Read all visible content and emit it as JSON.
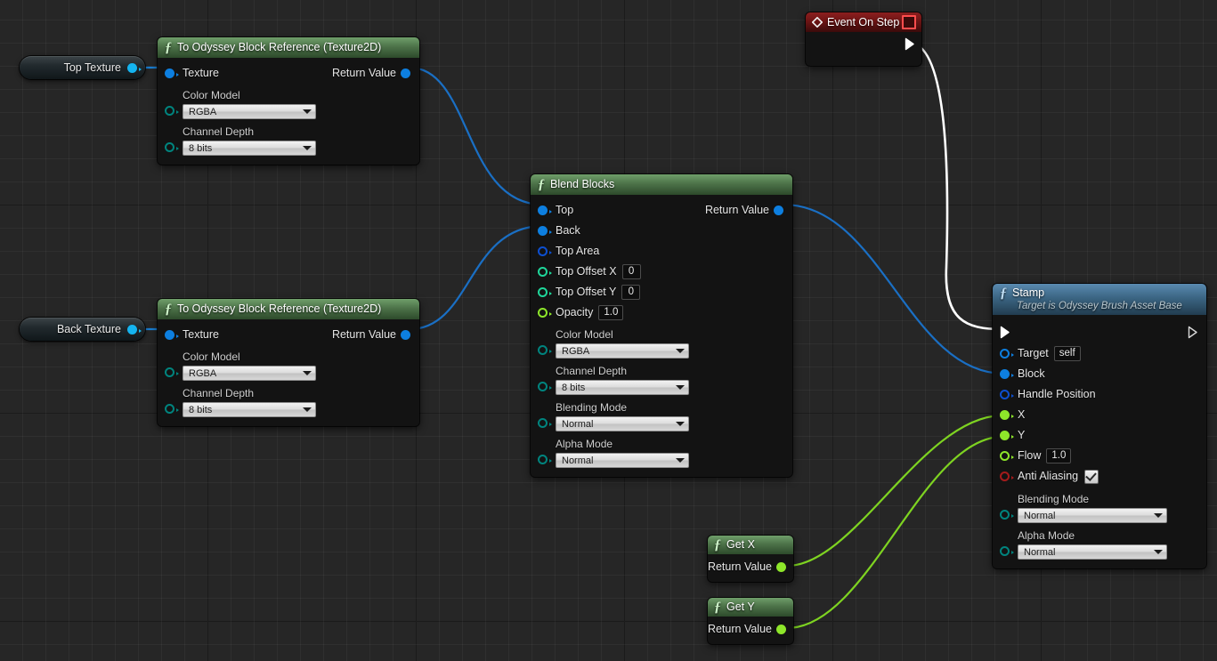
{
  "graph": {
    "background": "#262626",
    "grid_minor": 26,
    "grid_major": 234
  },
  "colors": {
    "exec_white": "#ffffff",
    "object_blue": "#0d7fe0",
    "wire_blue": "#1a6fc4",
    "float_green": "#8ee62a",
    "integer_green": "#1fd69a",
    "bool_red": "#a41b1b",
    "struct_teal": "#00847e",
    "title_green": "#4d7349",
    "title_blue": "#3b6583",
    "title_red": "#6d1414"
  },
  "nodes": {
    "top_texture_var": {
      "label": "Top Texture",
      "pin": {
        "name": "output-pin",
        "type": "object",
        "color": "#14b4f0"
      }
    },
    "back_texture_var": {
      "label": "Back Texture",
      "pin": {
        "name": "output-pin",
        "type": "object",
        "color": "#14b4f0"
      }
    },
    "to_block_ref_top": {
      "title": "To Odyssey Block Reference (Texture2D)",
      "icon": "function-icon",
      "inputs": [
        {
          "label": "Texture",
          "type": "object",
          "color": "#0d7fe0",
          "filled": true
        }
      ],
      "outputs": [
        {
          "label": "Return Value",
          "type": "object",
          "color": "#0d7fe0",
          "filled": true
        }
      ],
      "combos": [
        {
          "label": "Color Model",
          "value": "RGBA",
          "pin_color": "#00847e"
        },
        {
          "label": "Channel Depth",
          "value": "8 bits",
          "pin_color": "#00847e"
        }
      ]
    },
    "to_block_ref_back": {
      "title": "To Odyssey Block Reference (Texture2D)",
      "icon": "function-icon",
      "inputs": [
        {
          "label": "Texture",
          "type": "object",
          "color": "#0d7fe0",
          "filled": true
        }
      ],
      "outputs": [
        {
          "label": "Return Value",
          "type": "object",
          "color": "#0d7fe0",
          "filled": true
        }
      ],
      "combos": [
        {
          "label": "Color Model",
          "value": "RGBA",
          "pin_color": "#00847e"
        },
        {
          "label": "Channel Depth",
          "value": "8 bits",
          "pin_color": "#00847e"
        }
      ]
    },
    "blend_blocks": {
      "title": "Blend Blocks",
      "icon": "function-icon",
      "inputs": [
        {
          "label": "Top",
          "color": "#0d7fe0",
          "filled": true,
          "value": null
        },
        {
          "label": "Back",
          "color": "#0d7fe0",
          "filled": true,
          "value": null
        },
        {
          "label": "Top Area",
          "color": "#0d4fd0",
          "filled": false,
          "value": null
        },
        {
          "label": "Top Offset X",
          "color": "#1fd69a",
          "filled": false,
          "value": "0"
        },
        {
          "label": "Top Offset Y",
          "color": "#1fd69a",
          "filled": false,
          "value": "0"
        },
        {
          "label": "Opacity",
          "color": "#8ee62a",
          "filled": false,
          "value": "1.0"
        }
      ],
      "outputs": [
        {
          "label": "Return Value",
          "color": "#0d7fe0",
          "filled": true
        }
      ],
      "combos": [
        {
          "label": "Color Model",
          "value": "RGBA",
          "pin_color": "#00847e"
        },
        {
          "label": "Channel Depth",
          "value": "8 bits",
          "pin_color": "#00847e"
        },
        {
          "label": "Blending Mode",
          "value": "Normal",
          "pin_color": "#00847e"
        },
        {
          "label": "Alpha Mode",
          "value": "Normal",
          "pin_color": "#00847e"
        }
      ]
    },
    "event_on_step": {
      "title": "Event On Step",
      "icon": "event-diamond-icon",
      "badge": "event-delegate-icon"
    },
    "get_x": {
      "title": "Get X",
      "icon": "function-icon",
      "outputs": [
        {
          "label": "Return Value",
          "color": "#8ee62a",
          "filled": true
        }
      ]
    },
    "get_y": {
      "title": "Get Y",
      "icon": "function-icon",
      "outputs": [
        {
          "label": "Return Value",
          "color": "#8ee62a",
          "filled": true
        }
      ]
    },
    "stamp": {
      "title": "Stamp",
      "subtitle": "Target is Odyssey Brush Asset Base",
      "icon": "function-icon",
      "inputs": [
        {
          "label": "Target",
          "color": "#0d7fe0",
          "filled": false,
          "value": "self"
        },
        {
          "label": "Block",
          "color": "#0d7fe0",
          "filled": true,
          "value": null
        },
        {
          "label": "Handle Position",
          "color": "#0d4fd0",
          "filled": false,
          "value": null
        },
        {
          "label": "X",
          "color": "#8ee62a",
          "filled": true,
          "value": null
        },
        {
          "label": "Y",
          "color": "#8ee62a",
          "filled": true,
          "value": null
        },
        {
          "label": "Flow",
          "color": "#8ee62a",
          "filled": false,
          "value": "1.0"
        },
        {
          "label": "Anti Aliasing",
          "color": "#a41b1b",
          "filled": false,
          "checked": true
        }
      ],
      "combos": [
        {
          "label": "Blending Mode",
          "value": "Normal",
          "pin_color": "#00847e"
        },
        {
          "label": "Alpha Mode",
          "value": "Normal",
          "pin_color": "#00847e"
        }
      ]
    }
  },
  "connections": [
    {
      "from": "top-texture-var",
      "to": "to-block-ref-top.texture",
      "color": "#1a7fd4"
    },
    {
      "from": "back-texture-var",
      "to": "to-block-ref-back.texture",
      "color": "#1a7fd4"
    },
    {
      "from": "to-block-ref-top.return-value",
      "to": "blend-blocks.top",
      "color": "#1a6fc4"
    },
    {
      "from": "to-block-ref-back.return-value",
      "to": "blend-blocks.back",
      "color": "#1a6fc4"
    },
    {
      "from": "blend-blocks.return-value",
      "to": "stamp.block",
      "color": "#1a6fc4"
    },
    {
      "from": "event-on-step.exec",
      "to": "stamp.exec",
      "color": "#ffffff"
    },
    {
      "from": "get-x.return-value",
      "to": "stamp.x",
      "color": "#7ed321"
    },
    {
      "from": "get-y.return-value",
      "to": "stamp.y",
      "color": "#7ed321"
    }
  ]
}
